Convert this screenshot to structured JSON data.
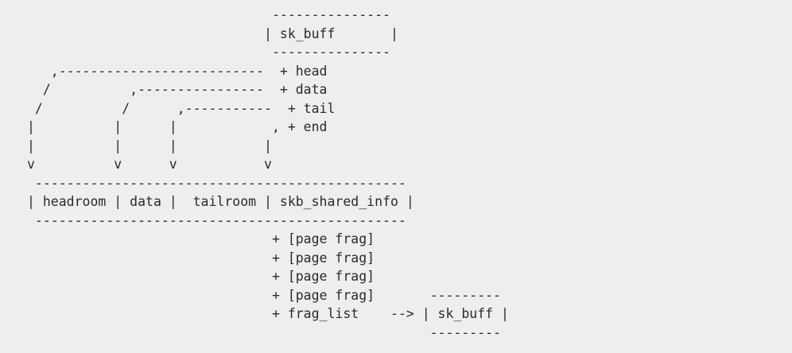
{
  "diagram": {
    "lines": [
      "                               ---------------",
      "                              | sk_buff       |",
      "                               ---------------",
      "   ,--------------------------  + head",
      "  /          ,----------------  + data",
      " /          /      ,-----------  + tail",
      "|          |      |            , + end",
      "|          |      |           |",
      "v          v      v           v",
      " -----------------------------------------------",
      "| headroom | data |  tailroom | skb_shared_info |",
      " -----------------------------------------------",
      "                               + [page frag]",
      "                               + [page frag]",
      "                               + [page frag]",
      "                               + [page frag]       ---------",
      "                               + frag_list    --> | sk_buff |",
      "                                                   ---------"
    ]
  }
}
